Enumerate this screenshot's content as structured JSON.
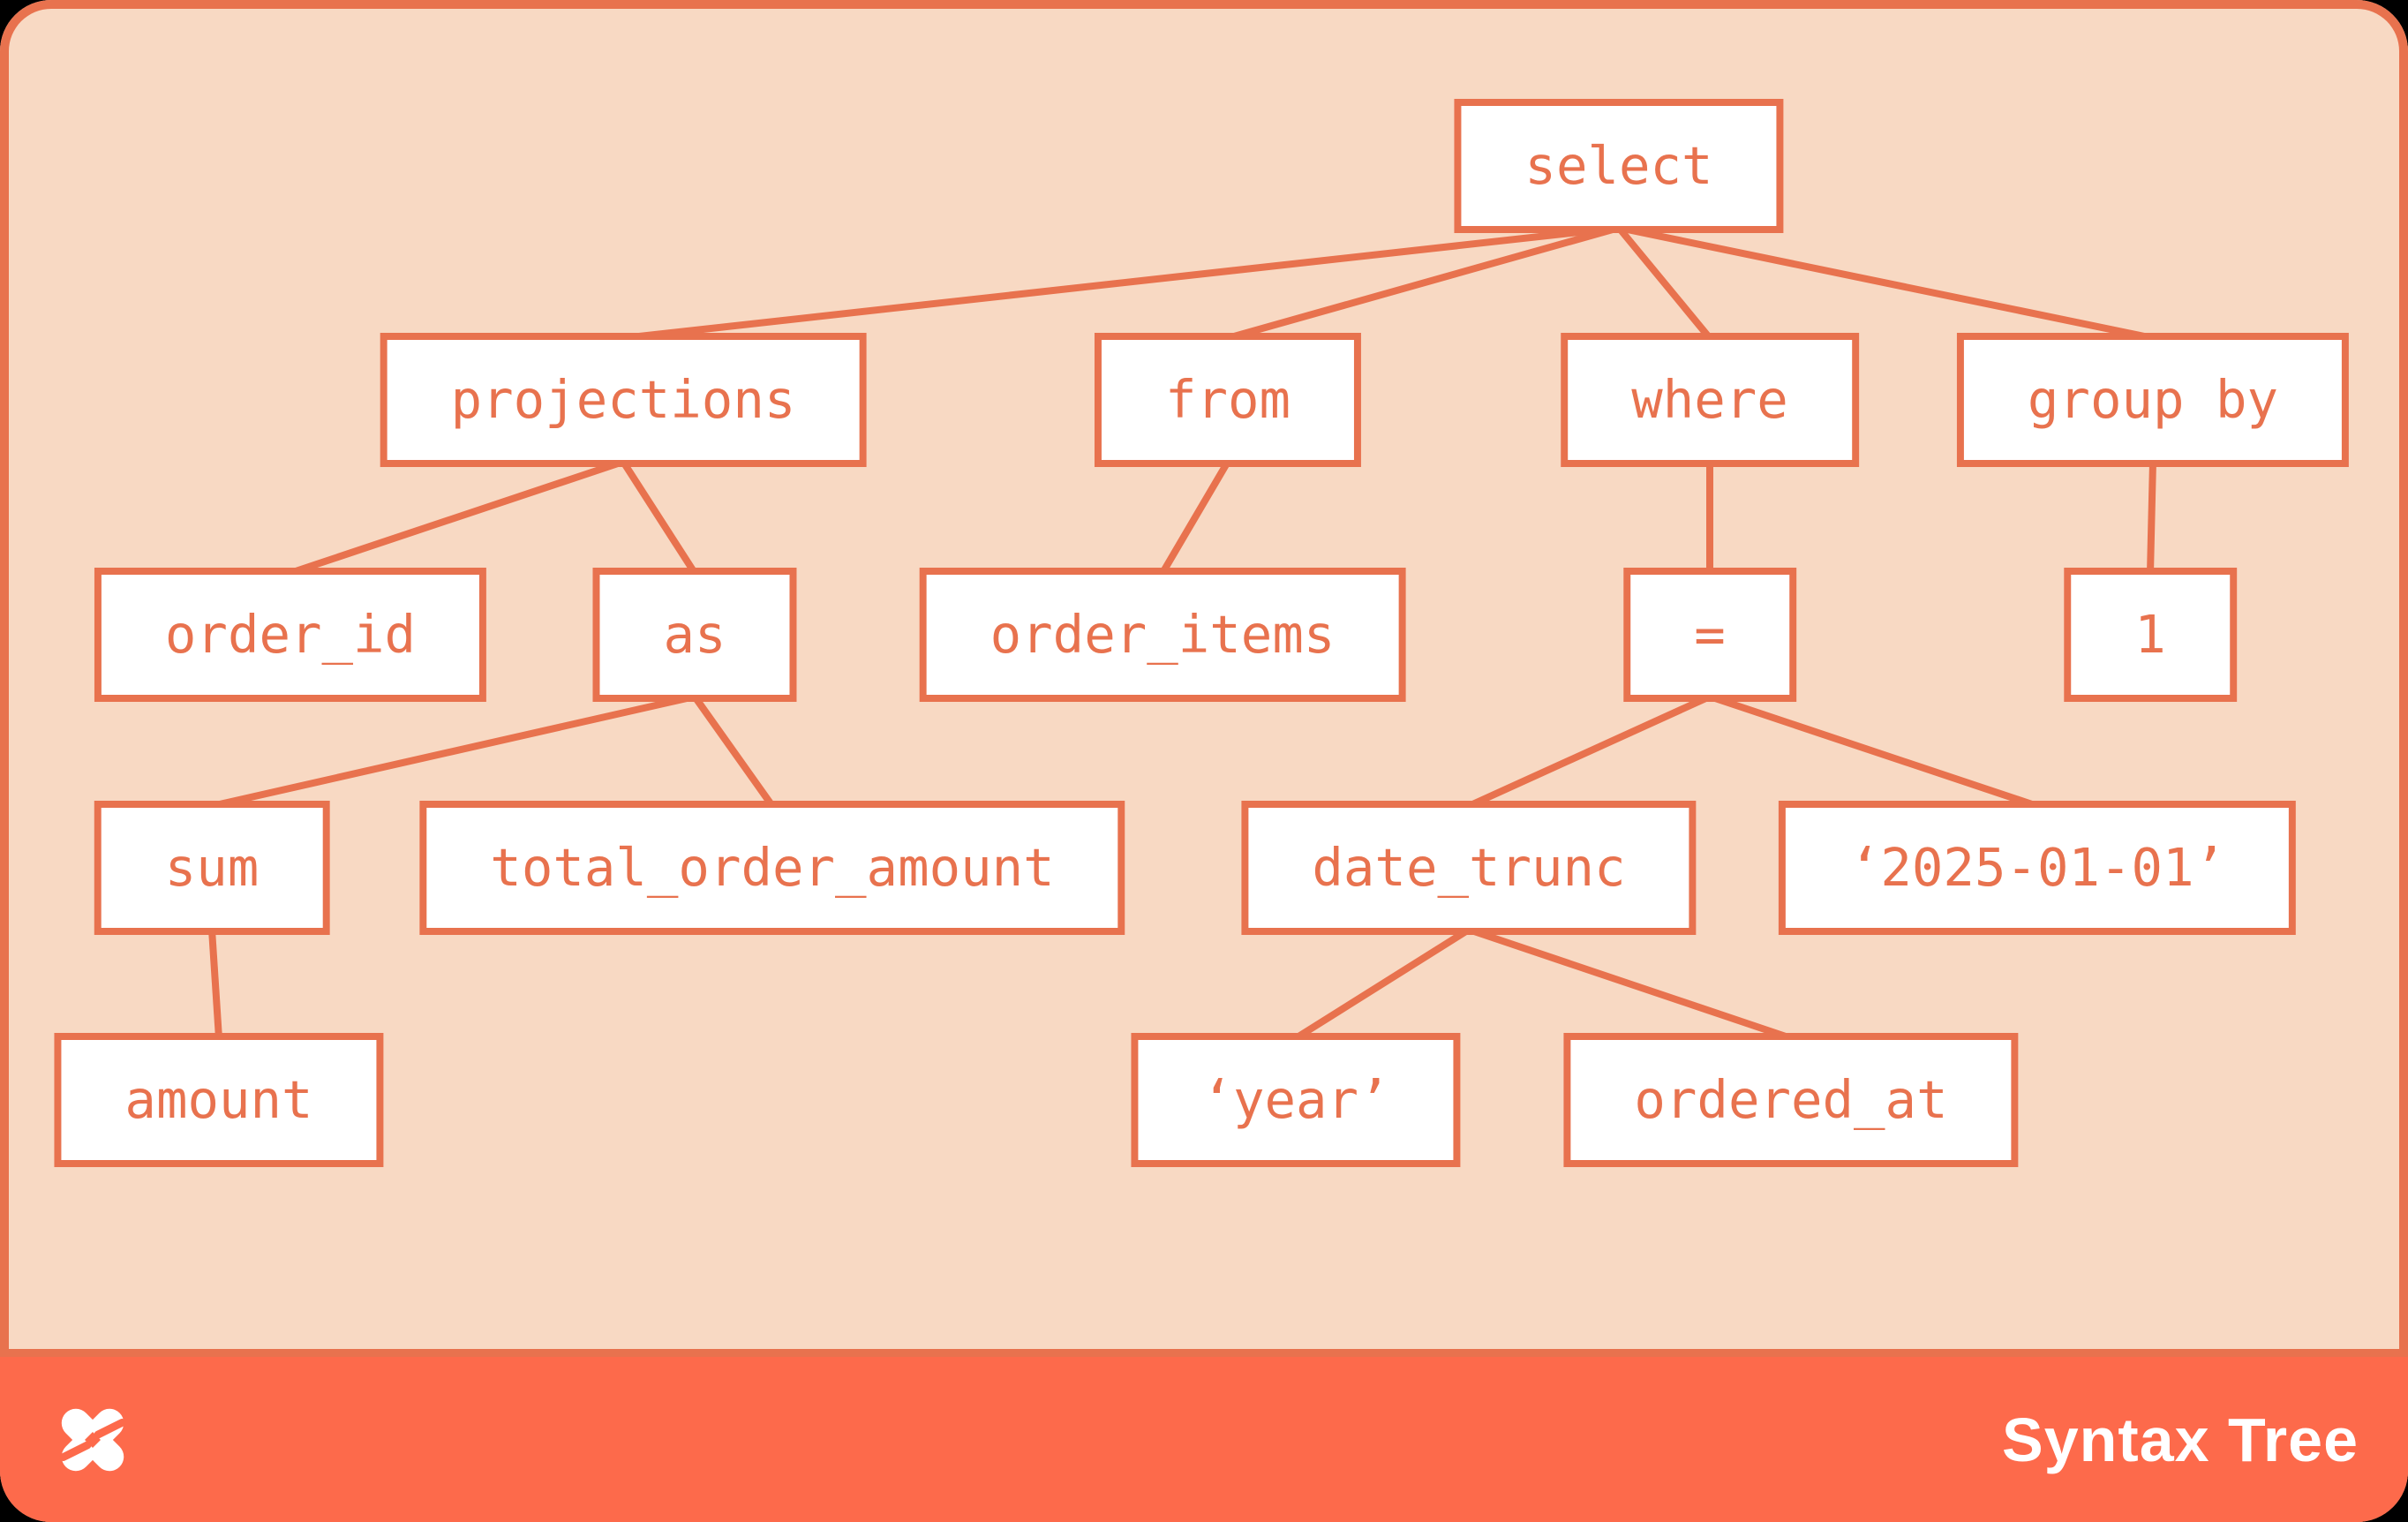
{
  "diagram": {
    "type": "syntax-tree",
    "root": "select",
    "nodes": [
      {
        "id": "select",
        "label": "select",
        "parent": null
      },
      {
        "id": "projections",
        "label": "projections",
        "parent": "select"
      },
      {
        "id": "from",
        "label": "from",
        "parent": "select"
      },
      {
        "id": "where",
        "label": "where",
        "parent": "select"
      },
      {
        "id": "group_by",
        "label": "group by",
        "parent": "select"
      },
      {
        "id": "order_id",
        "label": "order_id",
        "parent": "projections"
      },
      {
        "id": "as",
        "label": "as",
        "parent": "projections"
      },
      {
        "id": "order_items",
        "label": "order_items",
        "parent": "from"
      },
      {
        "id": "eq",
        "label": "=",
        "parent": "where"
      },
      {
        "id": "one",
        "label": "1",
        "parent": "group_by"
      },
      {
        "id": "sum",
        "label": "sum",
        "parent": "as"
      },
      {
        "id": "total_order_amount",
        "label": "total_order_amount",
        "parent": "as"
      },
      {
        "id": "date_trunc",
        "label": "date_trunc",
        "parent": "eq"
      },
      {
        "id": "date_literal",
        "label": "‘2025-01-01’",
        "parent": "eq"
      },
      {
        "id": "amount",
        "label": "amount",
        "parent": "sum"
      },
      {
        "id": "year_literal",
        "label": "‘year’",
        "parent": "date_trunc"
      },
      {
        "id": "ordered_at",
        "label": "ordered_at",
        "parent": "date_trunc"
      }
    ]
  },
  "footer": {
    "label": "Syntax Tree",
    "logo": "pinwheel-x-logo"
  },
  "colors": {
    "background_outside": "#000000",
    "canvas_peach": "#F8D9C3",
    "line_orange": "#E8724E",
    "footer_coral": "#FD6A4B",
    "node_fill": "#FFFFFF",
    "footer_text": "#FFFFFF"
  }
}
